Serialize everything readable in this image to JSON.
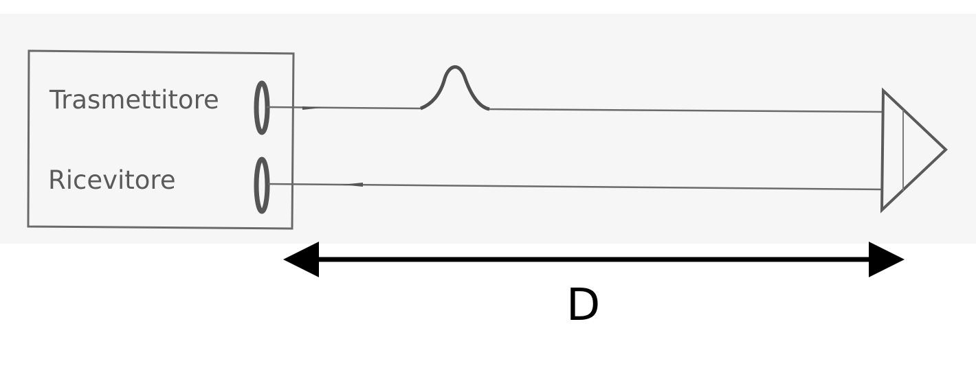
{
  "labels": {
    "transmitter": "Trasmettitore",
    "receiver": "Ricevitore",
    "distance": "D"
  },
  "colors": {
    "sketch_line": "#6a6a6a",
    "lens": "#555555",
    "dimension_arrow": "#000000",
    "background": "#ffffff"
  }
}
